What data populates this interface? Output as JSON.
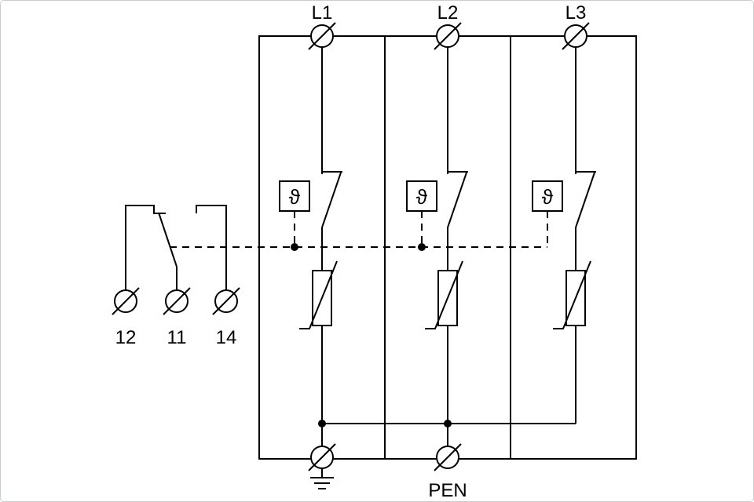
{
  "diagram": {
    "phase_labels": [
      "L1",
      "L2",
      "L3"
    ],
    "neutral_label": "PEN",
    "aux_terminal_labels": [
      "12",
      "11",
      "14"
    ],
    "theta_symbol": "ϑ",
    "icons": {
      "terminal": "circle-with-slash",
      "ground": "earth-symbol",
      "varistor": "rect-with-diagonal",
      "thermal_monitor": "theta-box"
    },
    "colors": {
      "line": "#000000",
      "background": "#ffffff",
      "frame_border": "#c9ced3"
    }
  }
}
